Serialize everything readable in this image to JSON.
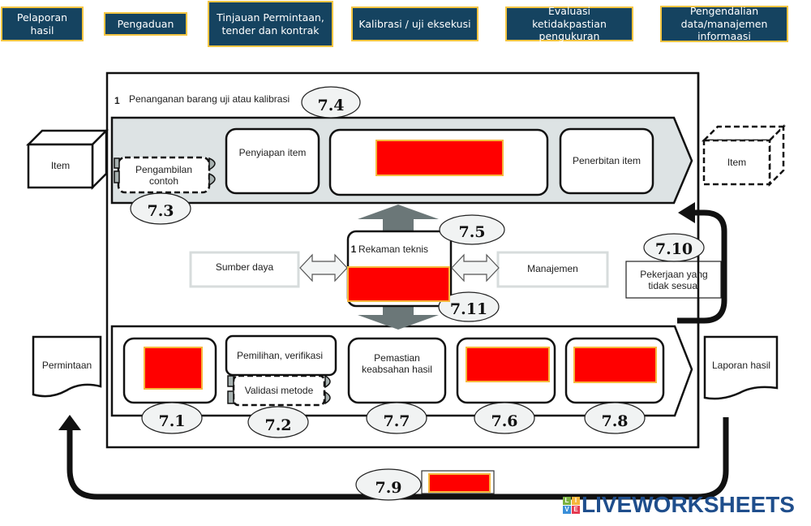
{
  "answer_tiles": [
    {
      "label": "Pelaporan hasil"
    },
    {
      "label": "Pengaduan"
    },
    {
      "label": "Tinjauan Permintaan, tender dan kontrak"
    },
    {
      "label": "Kalibrasi / uji eksekusi"
    },
    {
      "label": "Evaluasi ketidakpastian pengukuran"
    },
    {
      "label": "Pengendalian data/manajemen informaasi"
    }
  ],
  "diagram": {
    "section_marker": "1",
    "section_title": "Penanganan barang uji atau kalibrasi",
    "top_row": {
      "item_in": "Item",
      "sampling": "Pengambilan contoh",
      "preparation": "Penyiapan item",
      "issuance": "Penerbitan item",
      "item_out": "Item"
    },
    "middle": {
      "resources": "Sumber daya",
      "tech_records_marker": "1",
      "tech_records": "Rekaman teknis",
      "management": "Manajemen",
      "nonconforming": "Pekerjaan yang tidak sesuai"
    },
    "bottom_row": {
      "request": "Permintaan",
      "selection": "Pemilihan, verifikasi",
      "validation": "Validasi metode",
      "validity": "Pemastian keabsahan hasil",
      "report": "Laporan hasil"
    },
    "clauses": {
      "c71": "7.1",
      "c72": "7.2",
      "c73": "7.3",
      "c74": "7.4",
      "c75": "7.5",
      "c76": "7.6",
      "c77": "7.7",
      "c78": "7.8",
      "c79": "7.9",
      "c710": "7.10",
      "c711": "7.11"
    }
  },
  "logo": {
    "text": "LIVEWORKSHEETS",
    "cells": [
      "L",
      "I",
      "V",
      "E"
    ]
  },
  "colors": {
    "tile_bg": "#154360",
    "tile_border": "#f4c542",
    "drop_zone": "#ff0000",
    "band_fill": "#dde3e4",
    "arrow_gray": "#6b7778",
    "logo_blue": "#1f4e8c"
  }
}
